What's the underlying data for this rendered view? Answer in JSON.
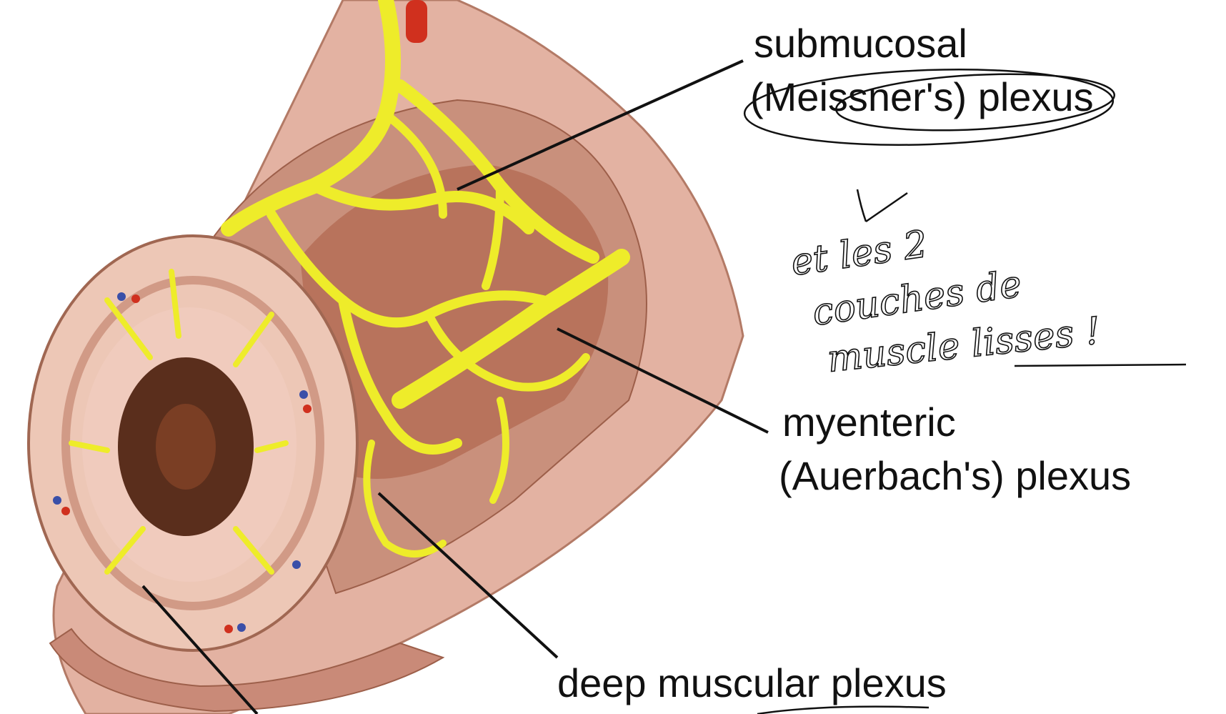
{
  "labels": {
    "submucosal_line1": "submucosal",
    "submucosal_line2": "(Meissner's) plexus",
    "myenteric_line1": "myenteric",
    "myenteric_line2": "(Auerbach's) plexus",
    "deep_muscular": "deep muscular plexus"
  },
  "annotation": {
    "line1": "et les 2",
    "line2": "couches de",
    "line3": "muscle lisses !"
  },
  "colors": {
    "background": "#ffffff",
    "tissue_light": "#e8b8a8",
    "tissue_mid": "#c98a78",
    "tissue_dark": "#a8654f",
    "mucosa_inner": "#5a2e1c",
    "nerve_yellow": "#eeec2a",
    "nerve_outline": "#b8b000",
    "vessel_red": "#d0301e",
    "vessel_blue": "#3a4fa8",
    "label_text": "#111111",
    "ink": "#111111"
  }
}
